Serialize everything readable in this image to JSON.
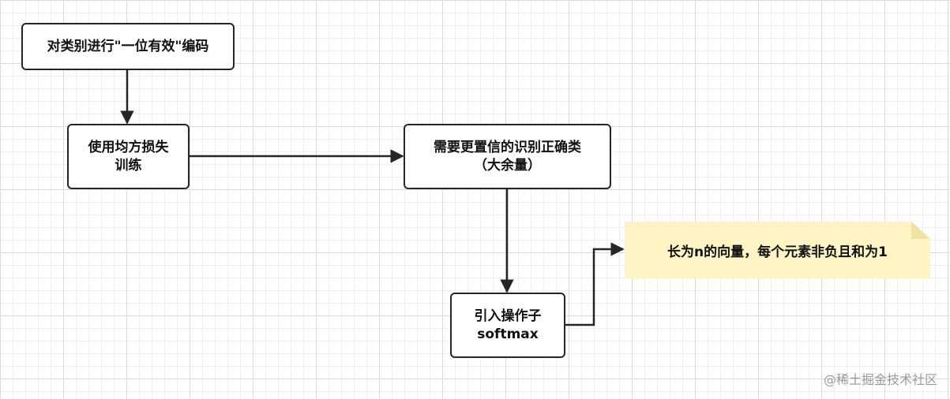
{
  "nodes": {
    "one_hot_encoding": {
      "lines": [
        "对类别进行\"一位有效\"编码"
      ]
    },
    "squared_loss_training": {
      "lines": [
        "使用均方损失",
        "训练"
      ]
    },
    "confident_correct_class": {
      "lines": [
        "需要更置信的识别正确类",
        "（大余量）"
      ]
    },
    "softmax_operator": {
      "lines": [
        "引入操作子",
        "softmax"
      ]
    }
  },
  "note": {
    "text": "长为n的向量，每个元素非负且和为1"
  },
  "watermark": {
    "text": "@稀土掘金技术社区"
  },
  "colors": {
    "box_border": "#262626",
    "arrow": "#262626",
    "note_fill": "#fff4c3",
    "note_fold": "#f0e2a0",
    "grid": "#d9d9d9"
  }
}
